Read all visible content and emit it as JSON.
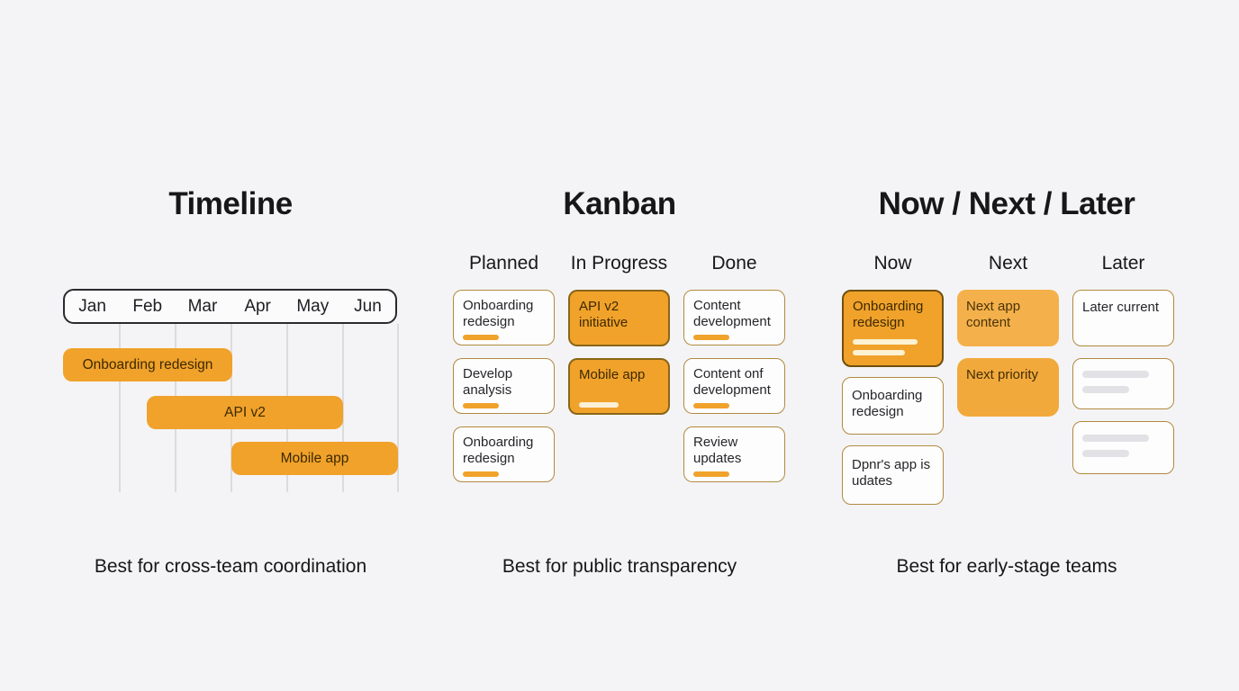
{
  "colors": {
    "bg": "#f4f4f6",
    "text": "#17171a",
    "card-text": "#26262a",
    "orange": "#f0a22b",
    "orange-light": "#f4b04a",
    "orange-deep": "#f2a93c",
    "on-orange-text": "#3e2900",
    "card-bg": "#fdfdfe",
    "card-border": "#b18a3e",
    "orange-card-border": "#8a6517",
    "now-card-border": "#6f4f0e",
    "month-box-border": "#2a2a2e",
    "gridline": "#dcdcdf",
    "pill-cream": "#fbf0d8",
    "skeleton-gray": "#e2e2e6",
    "skeleton-cream": "#fdf2d2"
  },
  "timeline": {
    "title": "Timeline",
    "months": [
      "Jan",
      "Feb",
      "Mar",
      "Apr",
      "May",
      "Jun"
    ],
    "bars": [
      {
        "label": "Onboarding redesign"
      },
      {
        "label": "API v2"
      },
      {
        "label": "Mobile app"
      }
    ],
    "caption": "Best for cross-team coordination"
  },
  "kanban": {
    "title": "Kanban",
    "columns": [
      {
        "header": "Planned",
        "cards": [
          {
            "title": "Onboarding redesign"
          },
          {
            "title": "Develop analysis"
          },
          {
            "title": "Onboarding redesign"
          }
        ]
      },
      {
        "header": "In Progress",
        "cards": [
          {
            "title": "API v2 initiative"
          },
          {
            "title": "Mobile app"
          }
        ]
      },
      {
        "header": "Done",
        "cards": [
          {
            "title": "Content development"
          },
          {
            "title": "Content onf development"
          },
          {
            "title": "Review updates"
          }
        ]
      }
    ],
    "caption": "Best for public transparency"
  },
  "now_next_later": {
    "title": "Now / Next / Later",
    "columns": [
      {
        "header": "Now",
        "cards": [
          {
            "title": "Onboarding redesign"
          },
          {
            "title": "Onboarding redesign"
          },
          {
            "title": "Dpnr's app is udates"
          }
        ]
      },
      {
        "header": "Next",
        "cards": [
          {
            "title": "Next app content"
          },
          {
            "title": "Next priority"
          }
        ]
      },
      {
        "header": "Later",
        "cards": [
          {
            "title": "Later current"
          }
        ]
      }
    ],
    "caption": "Best for early-stage teams"
  }
}
